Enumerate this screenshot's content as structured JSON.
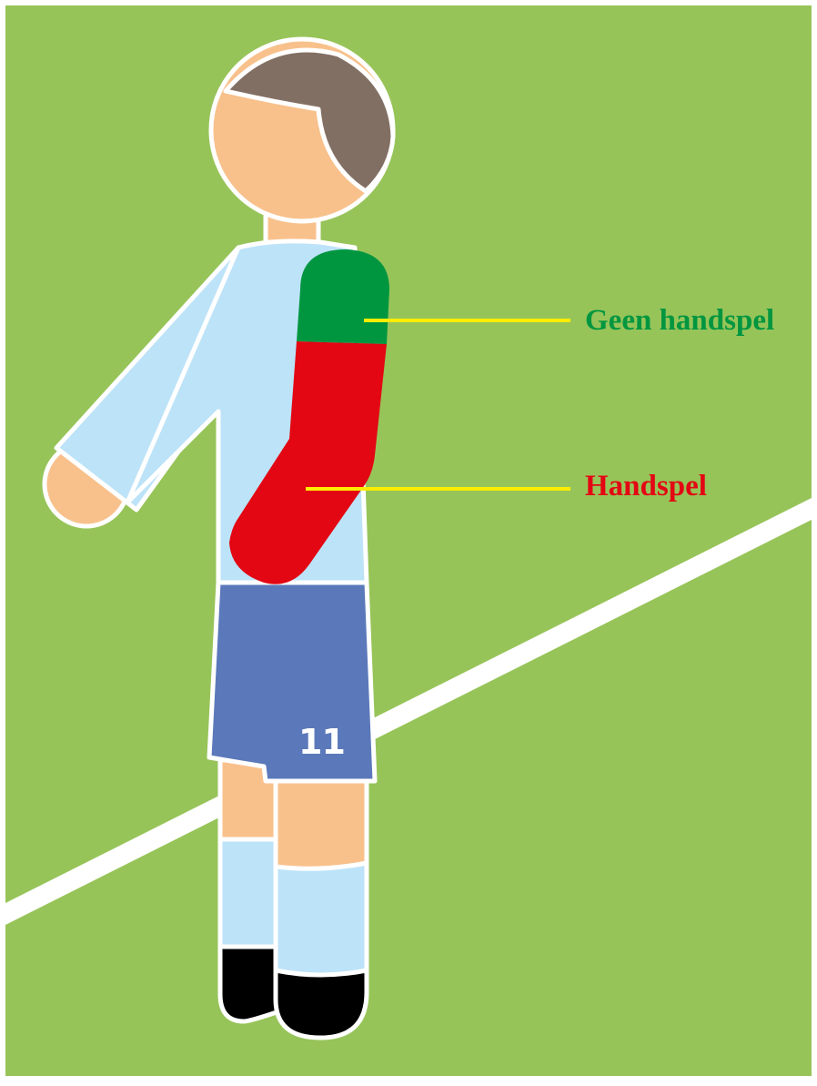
{
  "labels": {
    "no_handball": "Geen handspel",
    "handball": "Handspel"
  },
  "player": {
    "number": "11"
  },
  "colors": {
    "field": "#97c459",
    "line": "#ffffff",
    "no_handball_zone": "#009640",
    "handball_zone": "#e30613",
    "pointer": "#ffed00",
    "shirt": "#bde3f8",
    "shorts": "#5b79ba",
    "skin": "#f8c18c",
    "hair": "#826f63",
    "boots": "#000000"
  }
}
